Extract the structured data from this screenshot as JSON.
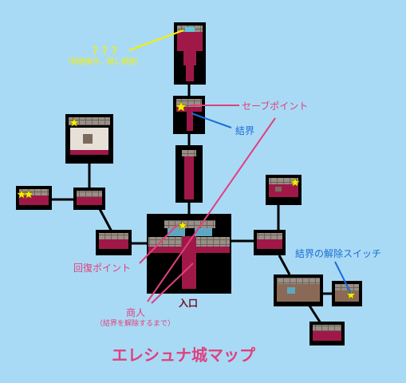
{
  "map_title": "エレシュナ城マップ",
  "labels": {
    "secret_mark": "？？？",
    "secret_note": "（物語後半、隠し部屋）",
    "save_point": "セーブポイント",
    "barrier": "結界",
    "barrier_switch": "結界の解除スイッチ",
    "recovery_point": "回復ポイント",
    "merchant": "商人",
    "merchant_note": "（結界を解除するまで）",
    "entrance": "入口"
  },
  "colors": {
    "background": "#a9daf5",
    "room_frame": "#000000",
    "floor": "#a01848",
    "annotation_pink": "#e0407e",
    "annotation_yellow": "#f4f000",
    "annotation_blue": "#1a6fd6",
    "entrance_text": "#6a1020"
  },
  "markers": {
    "star_icon": "star-icon"
  }
}
